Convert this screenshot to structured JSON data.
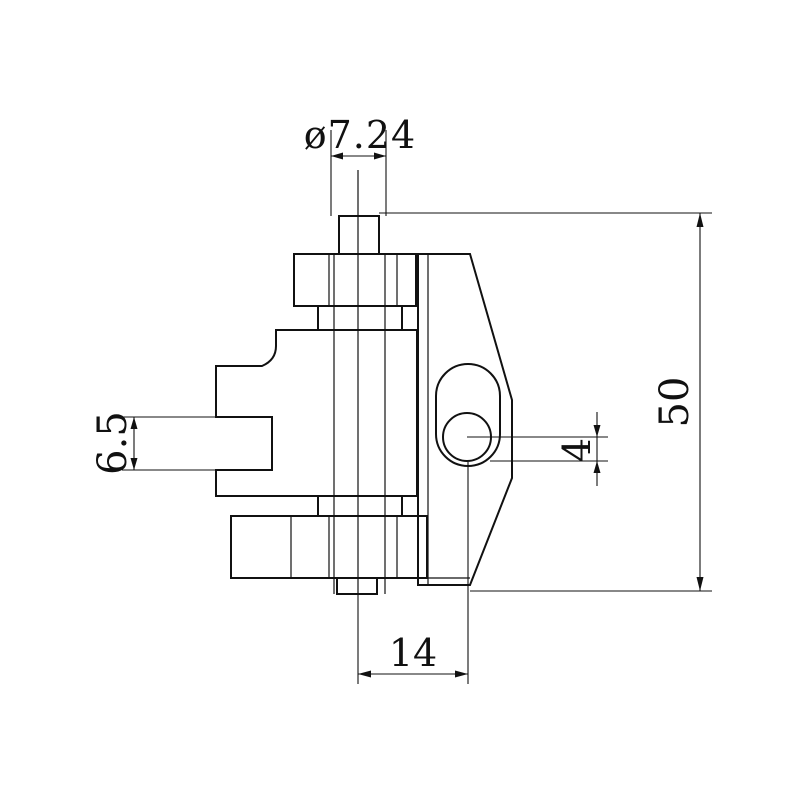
{
  "colors": {
    "background": "#ffffff",
    "ink": "#111111"
  },
  "dimensions": {
    "bore_diameter": "ø7.24",
    "slot_width": "6.5",
    "pin_offset": "4",
    "overall_height": "50",
    "base_length": "14"
  }
}
